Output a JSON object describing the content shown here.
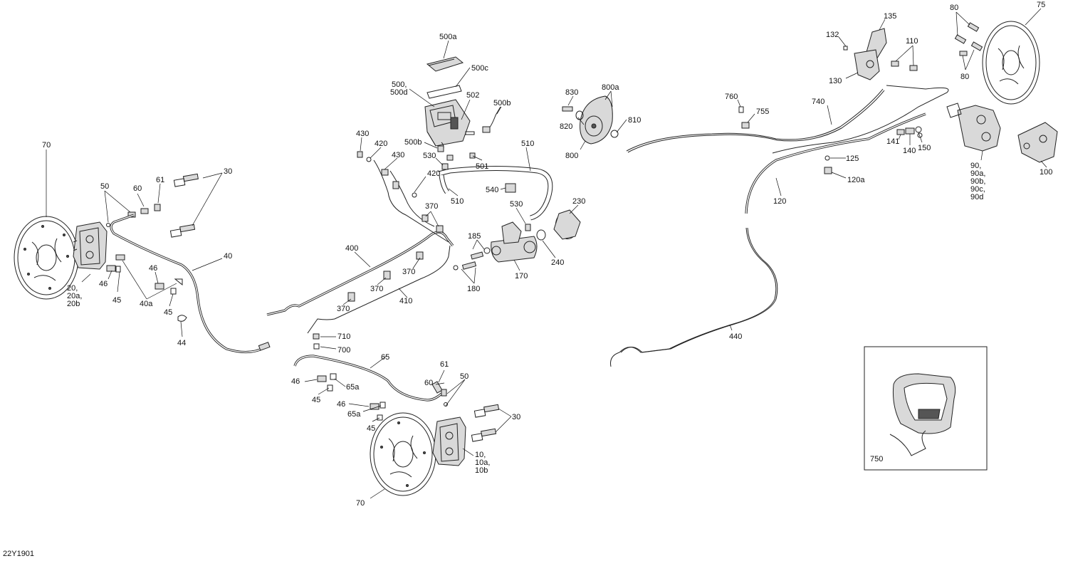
{
  "drawing_code": "22Y1901",
  "parts": {
    "p10": "10,",
    "p10a": "10a,",
    "p10b": "10b",
    "p20": "20,",
    "p20a": "20a,",
    "p20b": "20b",
    "p30_left": "30",
    "p30_right": "30",
    "p40": "40",
    "p40a": "40a",
    "p44": "44",
    "p45_a": "45",
    "p45_b": "45",
    "p45_c": "45",
    "p45_d": "45",
    "p46_a": "46",
    "p46_b": "46",
    "p46_c": "46",
    "p46_d": "46",
    "p50_left": "50",
    "p50_right": "50",
    "p60_left": "60",
    "p60_right": "60",
    "p61_left": "61",
    "p61_right": "61",
    "p65": "65",
    "p65a_a": "65a",
    "p65a_b": "65a",
    "p70_left": "70",
    "p70_right": "70",
    "p75": "75",
    "p80_top": "80",
    "p80_bottom": "80",
    "p90": "90,",
    "p90a": "90a,",
    "p90b": "90b,",
    "p90c": "90c,",
    "p90d": "90d",
    "p100": "100",
    "p110": "110",
    "p120": "120",
    "p120a": "120a",
    "p125": "125",
    "p130": "130",
    "p132": "132",
    "p135": "135",
    "p140": "140",
    "p141": "141",
    "p150": "150",
    "p170": "170",
    "p180": "180",
    "p185": "185",
    "p230": "230",
    "p240": "240",
    "p370_a": "370",
    "p370_b": "370",
    "p370_c": "370",
    "p370_d": "370",
    "p400": "400",
    "p410": "410",
    "p420_a": "420",
    "p420_b": "420",
    "p430_a": "430",
    "p430_b": "430",
    "p440": "440",
    "p500": "500,",
    "p500d": "500d",
    "p500a": "500a",
    "p500b_a": "500b",
    "p500b_b": "500b",
    "p500c": "500c",
    "p501": "501",
    "p502": "502",
    "p510_a": "510",
    "p510_b": "510",
    "p530_a": "530",
    "p530_b": "530",
    "p540": "540",
    "p700": "700",
    "p710": "710",
    "p740": "740",
    "p750": "750",
    "p755": "755",
    "p760": "760",
    "p800": "800",
    "p800a": "800a",
    "p810": "810",
    "p820": "820",
    "p830": "830"
  }
}
